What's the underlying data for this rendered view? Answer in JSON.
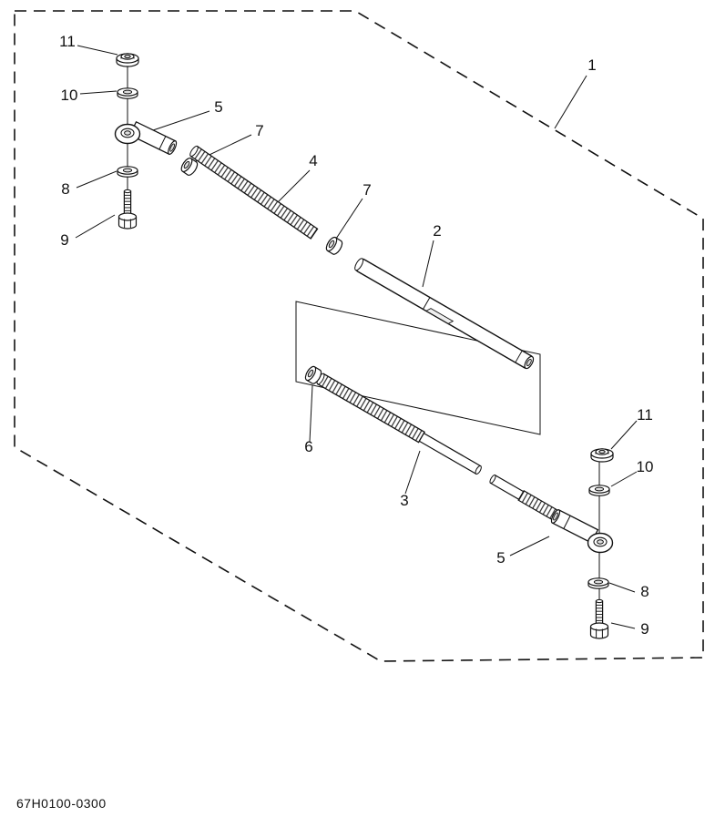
{
  "diagram": {
    "code": "67H0100-0300",
    "accent_color": "#111111",
    "background_color": "#ffffff",
    "callouts": [
      {
        "label": "1"
      },
      {
        "label": "11"
      },
      {
        "label": "10"
      },
      {
        "label": "5"
      },
      {
        "label": "7"
      },
      {
        "label": "8"
      },
      {
        "label": "9"
      },
      {
        "label": "4"
      },
      {
        "label": "7"
      },
      {
        "label": "2"
      },
      {
        "label": "6"
      },
      {
        "label": "3"
      },
      {
        "label": "11"
      },
      {
        "label": "10"
      },
      {
        "label": "5"
      },
      {
        "label": "8"
      },
      {
        "label": "9"
      }
    ]
  }
}
